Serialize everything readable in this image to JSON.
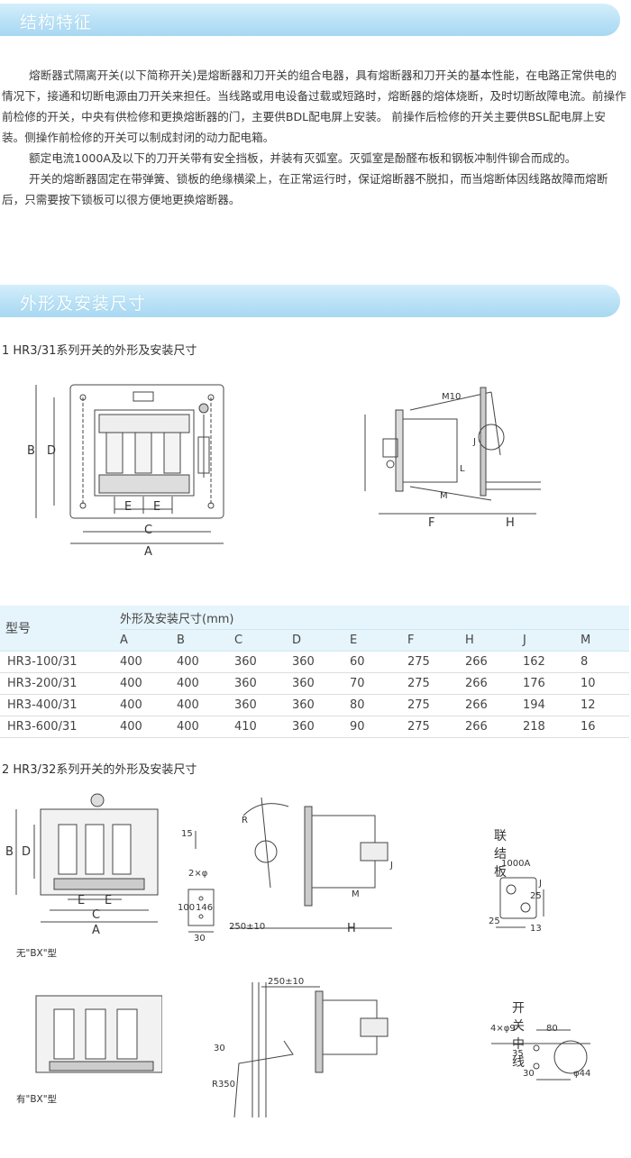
{
  "section1": {
    "title": "结构特征",
    "paragraphs": [
      "熔断器式隔离开关(以下简称开关)是熔断器和刀开关的组合电器，具有熔断器和刀开关的基本性能，在电路正常供电的情况下，接通和切断电源由刀开关来担任。当线路或用电设备过载或短路时，熔断器的熔体烧断，及时切断故障电流。前操作前检修的开关，中央有供检修和更换熔断器的门，主要供BDL配电屏上安装。 前操作后检修的开关主要供BSL配电屏上安装。侧操作前检修的开关可以制成封闭的动力配电箱。",
      "额定电流1000A及以下的刀开关带有安全挡板，并装有灭弧室。灭弧室是酚醛布板和钢板冲制件铆合而成的。",
      "开关的熔断器固定在带弹簧、锁板的绝缘横梁上，在正常运行时，保证熔断器不脱扣，而当熔断体因线路故障而熔断后，只需要按下锁板可以很方便地更换熔断器。"
    ]
  },
  "section2": {
    "title": "外形及安装尺寸"
  },
  "sub1": {
    "title": "1 HR3/31系列开关的外形及安装尺寸",
    "front_labels": {
      "a": "A",
      "b": "B",
      "c": "C",
      "d": "D",
      "e1": "E",
      "e2": "E"
    },
    "side_labels": {
      "m10": "M10",
      "m": "M",
      "f": "F",
      "h": "H",
      "j": "J",
      "l": "L"
    }
  },
  "table": {
    "model_header": "型号",
    "group_header": "外形及安装尺寸(mm)",
    "columns": [
      "A",
      "B",
      "C",
      "D",
      "E",
      "F",
      "H",
      "J",
      "M"
    ],
    "rows": [
      {
        "model": "HR3-100/31",
        "values": [
          "400",
          "400",
          "360",
          "360",
          "60",
          "275",
          "266",
          "162",
          "8"
        ]
      },
      {
        "model": "HR3-200/31",
        "values": [
          "400",
          "400",
          "360",
          "360",
          "70",
          "275",
          "266",
          "176",
          "10"
        ]
      },
      {
        "model": "HR3-400/31",
        "values": [
          "400",
          "400",
          "360",
          "360",
          "80",
          "275",
          "266",
          "194",
          "12"
        ]
      },
      {
        "model": "HR3-600/31",
        "values": [
          "400",
          "400",
          "410",
          "360",
          "90",
          "275",
          "266",
          "218",
          "16"
        ]
      }
    ]
  },
  "sub2": {
    "title": "2 HR3/32系列开关的外形及安装尺寸",
    "no_bx": "无\"BX\"型",
    "with_bx": "有\"BX\"型",
    "front_labels": {
      "a": "A",
      "b": "B",
      "c": "C",
      "d": "D",
      "e1": "E",
      "e2": "E"
    },
    "bracket_labels": {
      "dim15": "15",
      "phi": "2×φ",
      "dim100": "100",
      "dim146": "146",
      "dim30": "30"
    },
    "side_labels": {
      "r": "R",
      "dim250": "250±10",
      "h": "H",
      "m": "M",
      "j": "J"
    },
    "link_plate": {
      "title": "联结板",
      "rating": "1000A",
      "dim25a": "25",
      "dim25b": "25",
      "dim13": "13",
      "j": "J"
    },
    "bx_side": {
      "dim250": "250±10",
      "dim30": "30",
      "r350": "R350"
    },
    "center_line": {
      "title": "开关中线",
      "holes": "4×φ9",
      "dim80": "80",
      "dim35": "35",
      "dim30": "30",
      "phi44": "φ44"
    }
  }
}
